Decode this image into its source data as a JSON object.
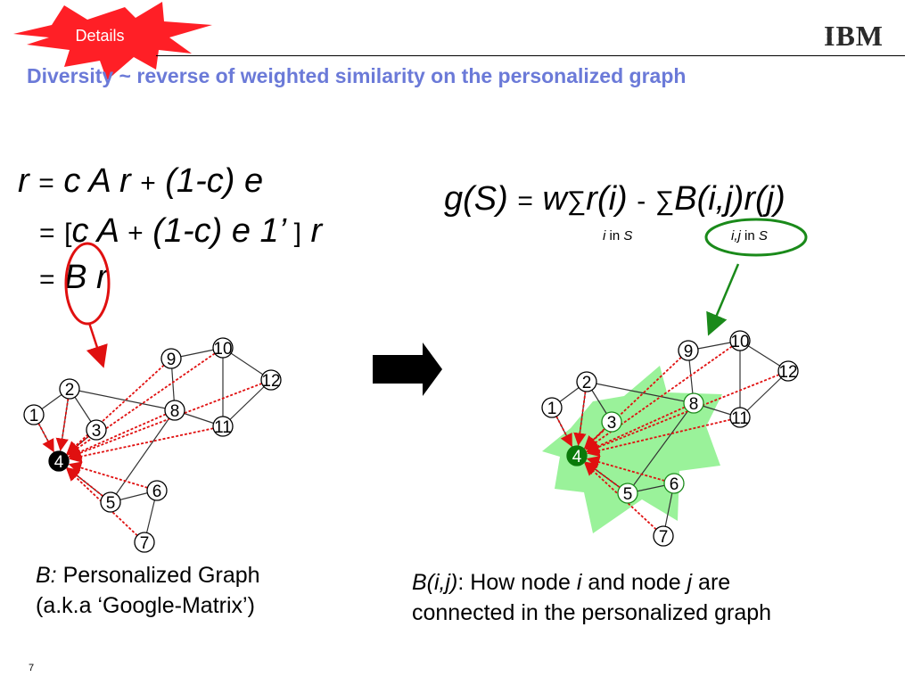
{
  "badge": {
    "label": "Details"
  },
  "logo": {
    "text": "IBM"
  },
  "slide": {
    "title": "Diversity ~ reverse of weighted similarity on the personalized graph",
    "page_number": "7"
  },
  "equations": {
    "left": {
      "line1": {
        "r": "r",
        "eq": "=",
        "c": "c",
        "A": "A",
        "r2": "r",
        "plus": "+",
        "term": "(1-c)",
        "e": "e"
      },
      "line2": {
        "eq": "=",
        "bracket_open": "[",
        "cA": "c A",
        "plus": "+",
        "term": "(1-c) e 1’",
        "bracket_close": "]",
        "r": "r"
      },
      "line3": {
        "eq": "=",
        "B": "B",
        "r": "r"
      }
    },
    "right": {
      "g": "g(S)",
      "eq": "=",
      "w": "w",
      "sum1": "∑",
      "ri": "r(i)",
      "minus": "-",
      "sum2": "∑",
      "bij": "B(i,j)r(j)",
      "sub1": {
        "i": "i",
        "in": "in",
        "S": "S"
      },
      "sub2": {
        "ij": "i,j",
        "in": "in",
        "S": "S"
      }
    }
  },
  "left_graph": {
    "nodes": [
      "1",
      "2",
      "3",
      "4",
      "5",
      "6",
      "7",
      "8",
      "9",
      "10",
      "11",
      "12"
    ]
  },
  "right_graph": {
    "nodes": [
      "1",
      "2",
      "3",
      "4",
      "5",
      "6",
      "7",
      "8",
      "9",
      "10",
      "11",
      "12"
    ]
  },
  "captions": {
    "left": {
      "italic": "B:",
      "rest": " Personalized Graph",
      "line2": "(a.k.a ‘Google-Matrix’)"
    },
    "right": {
      "bij": "B(i,j)",
      "part1": ": How node ",
      "i": "i",
      "part2": " and node ",
      "j": "j",
      "part3": " are",
      "line2": "connected in the personalized graph"
    }
  },
  "colors": {
    "title": "#6b7ad8",
    "burst": "#ff1f26",
    "highlight": "#88f088",
    "red_arrow": "#e01010",
    "green_ellipse": "#1a8a1a"
  }
}
